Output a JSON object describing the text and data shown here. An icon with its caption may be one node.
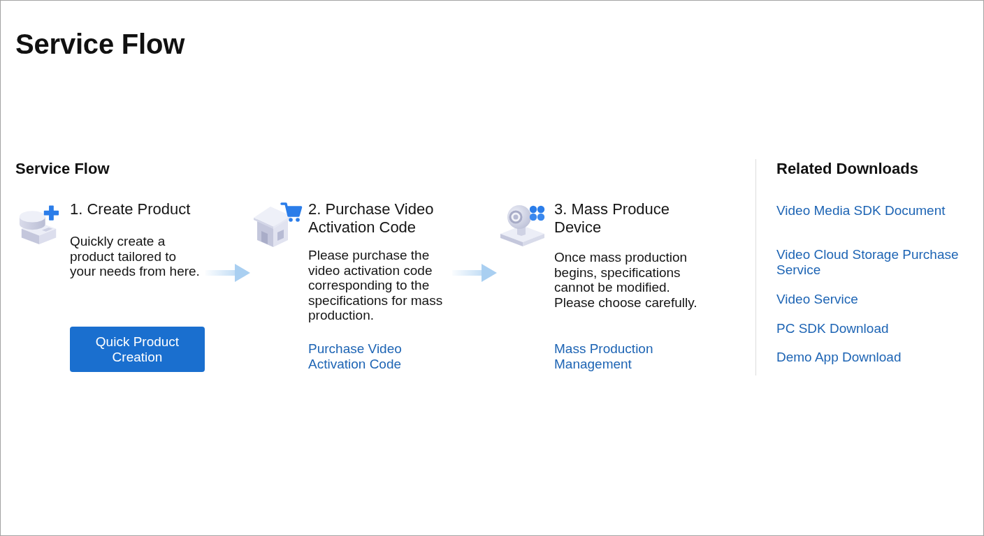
{
  "diagram": {
    "title": "Service Flow",
    "nodes": [
      {
        "text": [
          "1. Create Product",
          "Quickly create a product tailored to your needs from here.",
          "Quick Product Creation"
        ]
      },
      {
        "text": [
          "2. Purchase Video Activation Code",
          "Please purchase the video activation code corresponding to the specifications for mass production.",
          "Purchase Video Activation Code"
        ]
      },
      {
        "text": [
          "3. Mass Produce Device",
          "Once mass production begins, specifications cannot be modified. Please choose carefully.",
          "Mass Production Management"
        ]
      }
    ],
    "edges": [
      {
        "from": 0,
        "to": 1,
        "arrow": "to"
      },
      {
        "from": 1,
        "to": 2,
        "arrow": "to"
      }
    ],
    "labels": [
      "Service Flow",
      "Related Downloads",
      "Video Media SDK Document",
      "Video Cloud Storage Purchase Service",
      "Video Service",
      "PC SDK Download",
      "Demo App Download"
    ]
  }
}
